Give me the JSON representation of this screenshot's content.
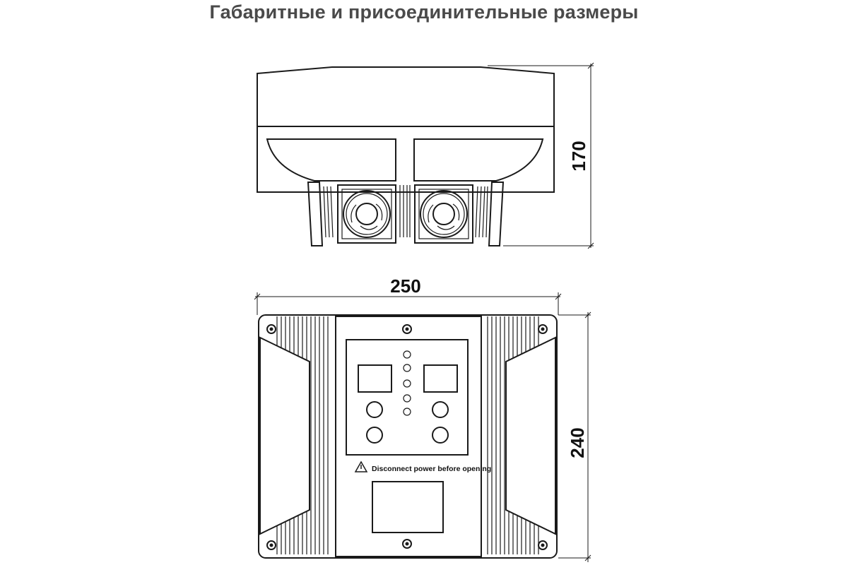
{
  "title": "Габаритные и присоединительные размеры",
  "dimensions": {
    "height_side": "170",
    "width_front": "250",
    "height_front": "240"
  },
  "front_panel": {
    "warning_text": "Disconnect power before opening"
  },
  "icons": [
    "warning-triangle-icon",
    "fan-icon",
    "screw-icon"
  ]
}
